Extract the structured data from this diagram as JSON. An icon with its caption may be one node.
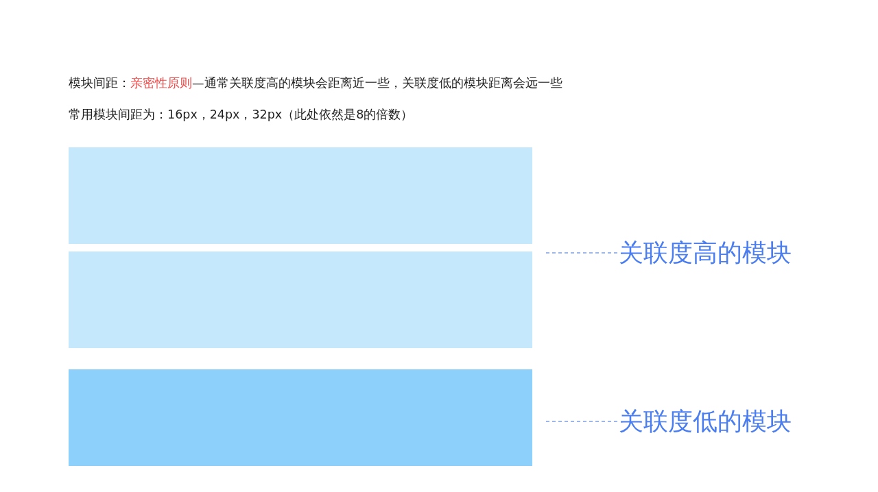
{
  "diagram": {
    "nodes": [
      {
        "text": [],
        "shape": "box"
      },
      {
        "text": [],
        "shape": "box"
      },
      {
        "text": [],
        "shape": "box"
      },
      {
        "text": [
          "关联度高的模块"
        ]
      },
      {
        "text": [
          "关联度低的模块"
        ]
      }
    ],
    "edges": [
      {
        "from": 3,
        "to": null,
        "arrow": "none",
        "style": "dashed"
      },
      {
        "from": 4,
        "to": 2,
        "arrow": "none",
        "style": "dashed"
      }
    ],
    "labels": [
      "模块间距：**亲密性原则**—通常关联度高的模块会距离近一些，关联度低的模块距离会远一些",
      "常用模块间距为：16px，24px，32px（此处依然是8的倍数）"
    ]
  }
}
